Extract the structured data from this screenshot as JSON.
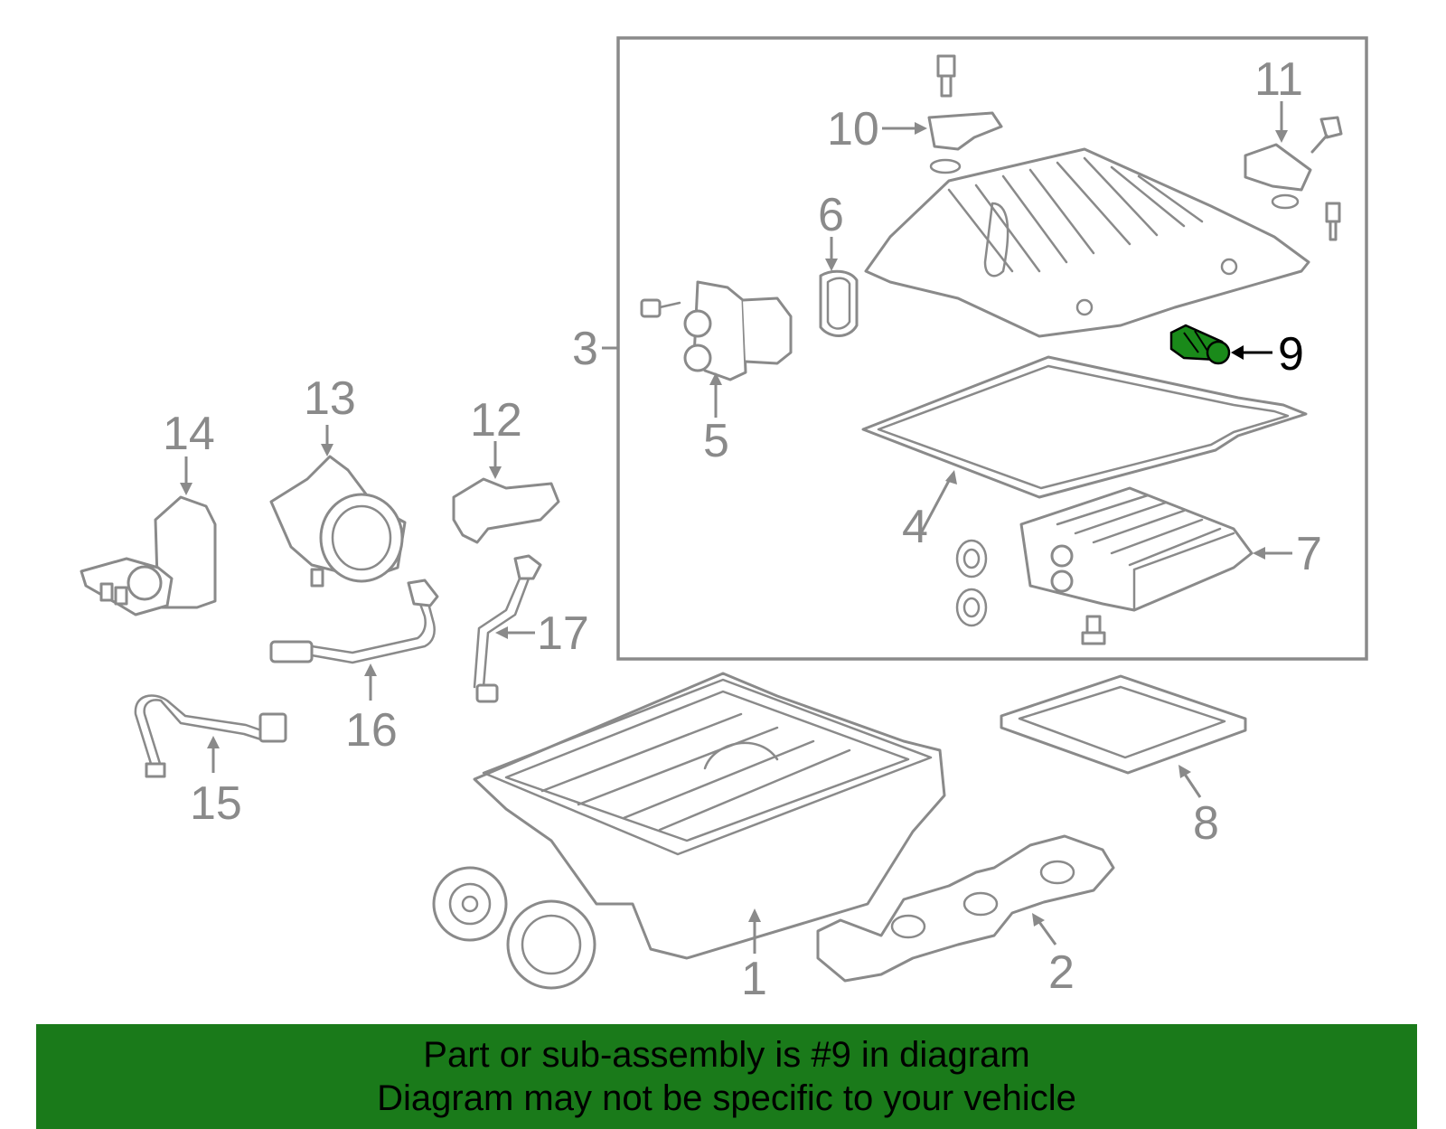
{
  "callouts": {
    "c1": "1",
    "c2": "2",
    "c3": "3",
    "c4": "4",
    "c5": "5",
    "c6": "6",
    "c7": "7",
    "c8": "8",
    "c9": "9",
    "c10": "10",
    "c11": "11",
    "c12": "12",
    "c13": "13",
    "c14": "14",
    "c15": "15",
    "c16": "16",
    "c17": "17"
  },
  "highlighted_part": "9",
  "colors": {
    "highlight_part": "#1a8a1a",
    "banner": "#1a7a1a",
    "line_art": "#8a8a8a"
  },
  "banner": {
    "line1": "Part or sub-assembly is #9 in diagram",
    "line2": "Diagram may not be specific to your vehicle"
  }
}
